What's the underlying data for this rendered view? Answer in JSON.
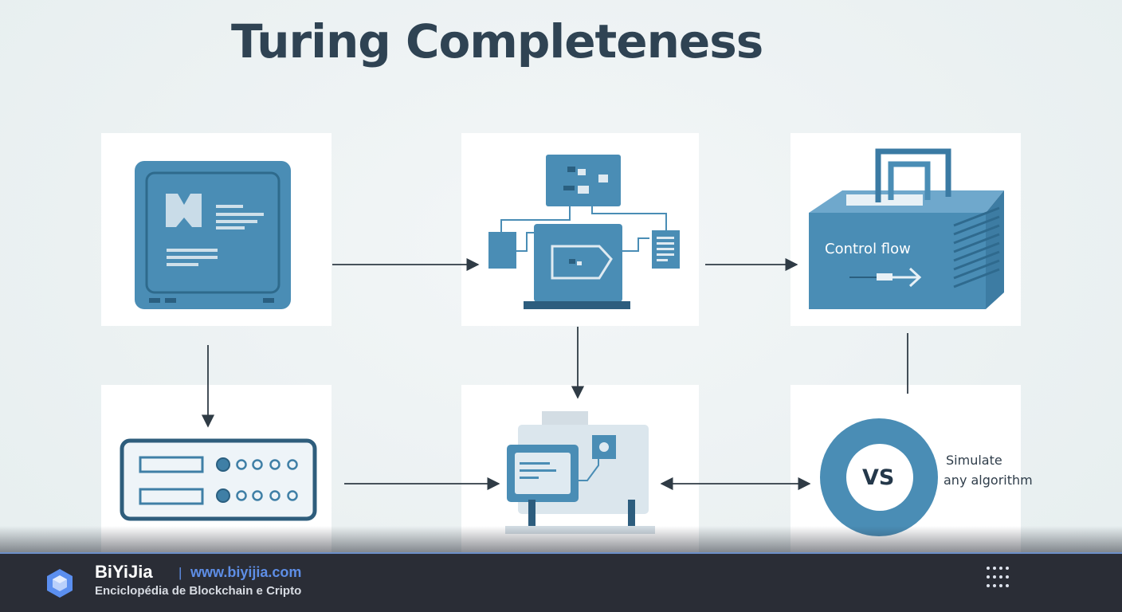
{
  "title": "Turing Completeness",
  "labels": {
    "control_flow": "Control flow",
    "vs": "VS",
    "simulate_line1": "Simulate",
    "simulate_line2": "any algorithm"
  },
  "icons": {
    "panel1": "computer-screen-icon",
    "panel2": "processor-network-icon",
    "panel3": "control-flow-box-icon",
    "panel4": "memory-unit-icon",
    "panel5": "machine-icon",
    "panel6": "vs-circle-icon"
  },
  "colors": {
    "primary_blue": "#4a8db5",
    "dark_blue": "#2d6a8a",
    "title": "#2f4353",
    "footer_bg": "#2a2d36",
    "link": "#5e8ee6"
  },
  "footer": {
    "brand": "BiYiJia",
    "separator": "|",
    "url": "www.biyijia.com",
    "tagline": "Enciclopédia de Blockchain e Cripto"
  }
}
